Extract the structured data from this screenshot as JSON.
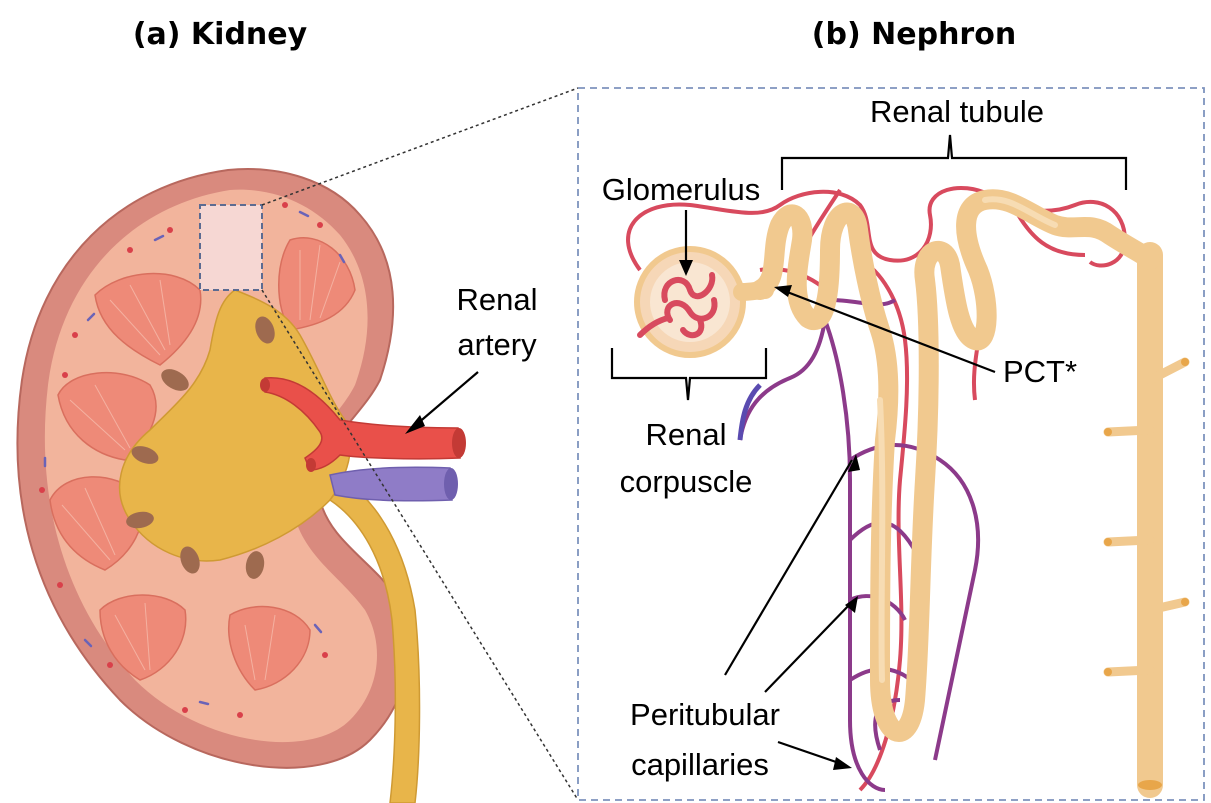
{
  "panel_a": {
    "title": "(a) Kidney",
    "labels": {
      "renal_artery_line1": "Renal",
      "renal_artery_line2": "artery"
    }
  },
  "panel_b": {
    "title": "(b) Nephron",
    "labels": {
      "renal_tubule": "Renal tubule",
      "glomerulus": "Glomerulus",
      "pct": "PCT*",
      "renal_corpuscle_line1": "Renal",
      "renal_corpuscle_line2": "corpuscle",
      "peritubular_line1": "Peritubular",
      "peritubular_line2": "capillaries"
    }
  },
  "colors": {
    "capsule": "#d98a7e",
    "cortex": "#f2b49c",
    "pyramid": "#ee8a78",
    "pelvis": "#e8b54a",
    "artery": "#e9504a",
    "vein": "#8f7cc7",
    "tubule": "#f1c98f",
    "capillary_red": "#d84a5e",
    "capillary_purple": "#8c3a8a",
    "inset_border": "#7e93bd"
  }
}
